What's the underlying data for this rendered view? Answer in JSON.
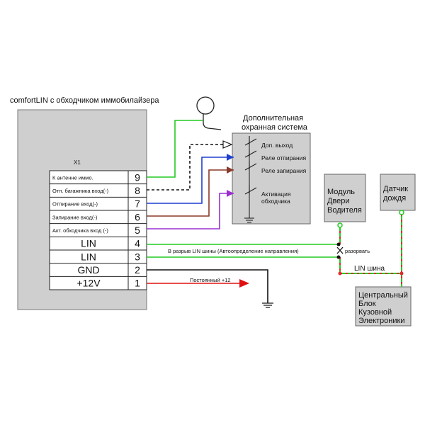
{
  "title": "comfortLIN с обходчиком иммобилайзера",
  "connector": {
    "name": "X1",
    "pins": [
      {
        "label": "К антенне иммо.",
        "num": "9"
      },
      {
        "label": "Отп. багажника вход(-)",
        "num": "8"
      },
      {
        "label": "Отпирание вход(-)",
        "num": "7"
      },
      {
        "label": "Запирание вход(-)",
        "num": "6"
      },
      {
        "label": "Акт. обходчика вход (-)",
        "num": "5"
      },
      {
        "label": "LIN",
        "num": "4"
      },
      {
        "label": "LIN",
        "num": "3"
      },
      {
        "label": "GND",
        "num": "2"
      },
      {
        "label": "+12V",
        "num": "1"
      }
    ]
  },
  "security": {
    "title_line1": "Дополнительная",
    "title_line2": "охранная система",
    "items": [
      "Доп. выход",
      "Реле отпирания",
      "Реле запирания",
      "Активация",
      "обходчика"
    ]
  },
  "modules": {
    "driver_door": [
      "Модуль",
      "Двери",
      "Водителя"
    ],
    "rain_sensor": [
      "Датчик",
      "дождя"
    ],
    "central": [
      "Центральный",
      "Блок",
      "Кузовной",
      "Электроники"
    ]
  },
  "labels": {
    "lin_break": "В разрыв LIN шины (Автоопределение направления)",
    "cut": "разорвать",
    "lin_bus": "LIN шина",
    "constant": "Постоянный +12"
  },
  "colors": {
    "green": "#22cc22",
    "black": "#111111",
    "blue": "#1f3fd0",
    "brown": "#8b3a2a",
    "purple": "#9a2ed0",
    "red": "#e01010",
    "box_fill": "#cfcfcf",
    "lin_dash_red": "#e02a2a"
  }
}
